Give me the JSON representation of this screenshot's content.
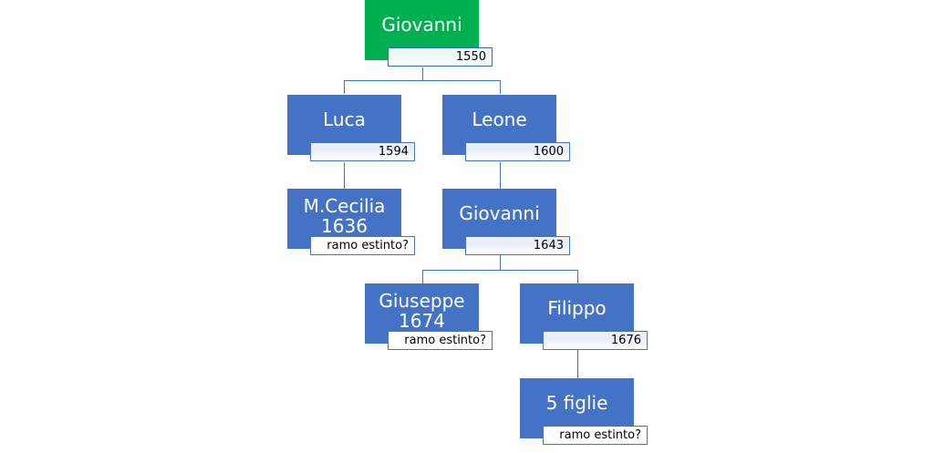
{
  "diagram": {
    "root": {
      "name": "Giovanni",
      "year": "1550"
    },
    "children_of_root": [
      {
        "name": "Luca",
        "year": "1594"
      },
      {
        "name": "Leone",
        "year": "1600"
      }
    ],
    "child_of_luca": {
      "name": "M.Cecilia",
      "name_line2": "1636",
      "note": "ramo estinto?"
    },
    "child_of_leone": {
      "name": "Giovanni",
      "year": "1643"
    },
    "children_of_giovanni_1643": [
      {
        "name": "Giuseppe",
        "name_line2": "1674",
        "note": "ramo estinto?"
      },
      {
        "name": "Filippo",
        "year": "1676"
      }
    ],
    "child_of_filippo": {
      "name": "5 figlie",
      "note": "ramo estinto?"
    },
    "colors": {
      "root_fill": "#00B050",
      "node_fill": "#4472C4",
      "connector": "#4472C4",
      "label_text": "#FFFFFF"
    }
  }
}
